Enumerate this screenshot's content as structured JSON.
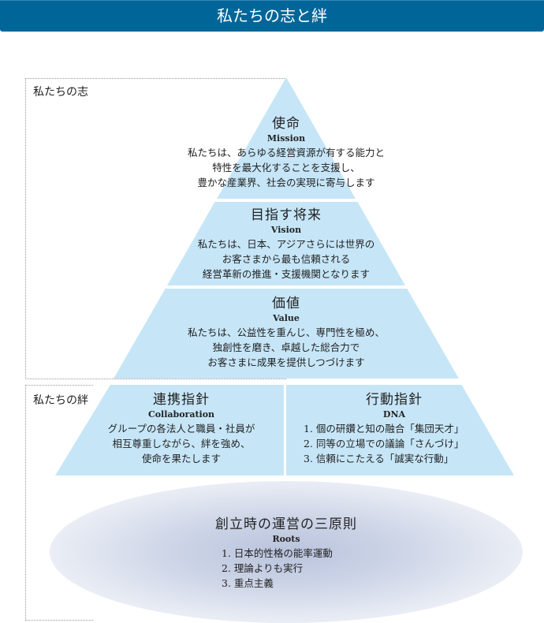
{
  "header": {
    "title": "私たちの志と絆"
  },
  "sections": {
    "aspiration": "私たちの志",
    "bond": "私たちの絆"
  },
  "mission": {
    "title": "使命",
    "en": "Mission",
    "lines": [
      "私たちは、あらゆる経営資源が有する能力と",
      "特性を最大化することを支援し、",
      "豊かな産業界、社会の実現に寄与します"
    ]
  },
  "vision": {
    "title": "目指す将来",
    "en": "Vision",
    "lines": [
      "私たちは、日本、アジアさらには世界の",
      "お客さまから最も信頼される",
      "経営革新の推進・支援機関となります"
    ]
  },
  "value": {
    "title": "価値",
    "en": "Value",
    "lines": [
      "私たちは、公益性を重んじ、専門性を極め、",
      "独創性を磨き、卓越した総合力で",
      "お客さまに成果を提供しつづけます"
    ]
  },
  "collaboration": {
    "title": "連携指針",
    "en": "Collaboration",
    "lines": [
      "グループの各法人と職員・社員が",
      "相互尊重しながら、絆を強め、",
      "使命を果たします"
    ]
  },
  "dna": {
    "title": "行動指針",
    "en": "DNA",
    "lines": [
      "1. 個の研鑽と知の融合「集団天才」",
      "2. 同等の立場での議論「さんづけ」",
      "3. 信頼にこたえる「誠実な行動」"
    ]
  },
  "roots": {
    "title": "創立時の運営の三原則",
    "en": "Roots",
    "lines": [
      "1. 日本的性格の能率運動",
      "2. 理論よりも実行",
      "3. 重点主義"
    ]
  },
  "colors": {
    "header": "#006699",
    "band": "#c6e6f8"
  }
}
